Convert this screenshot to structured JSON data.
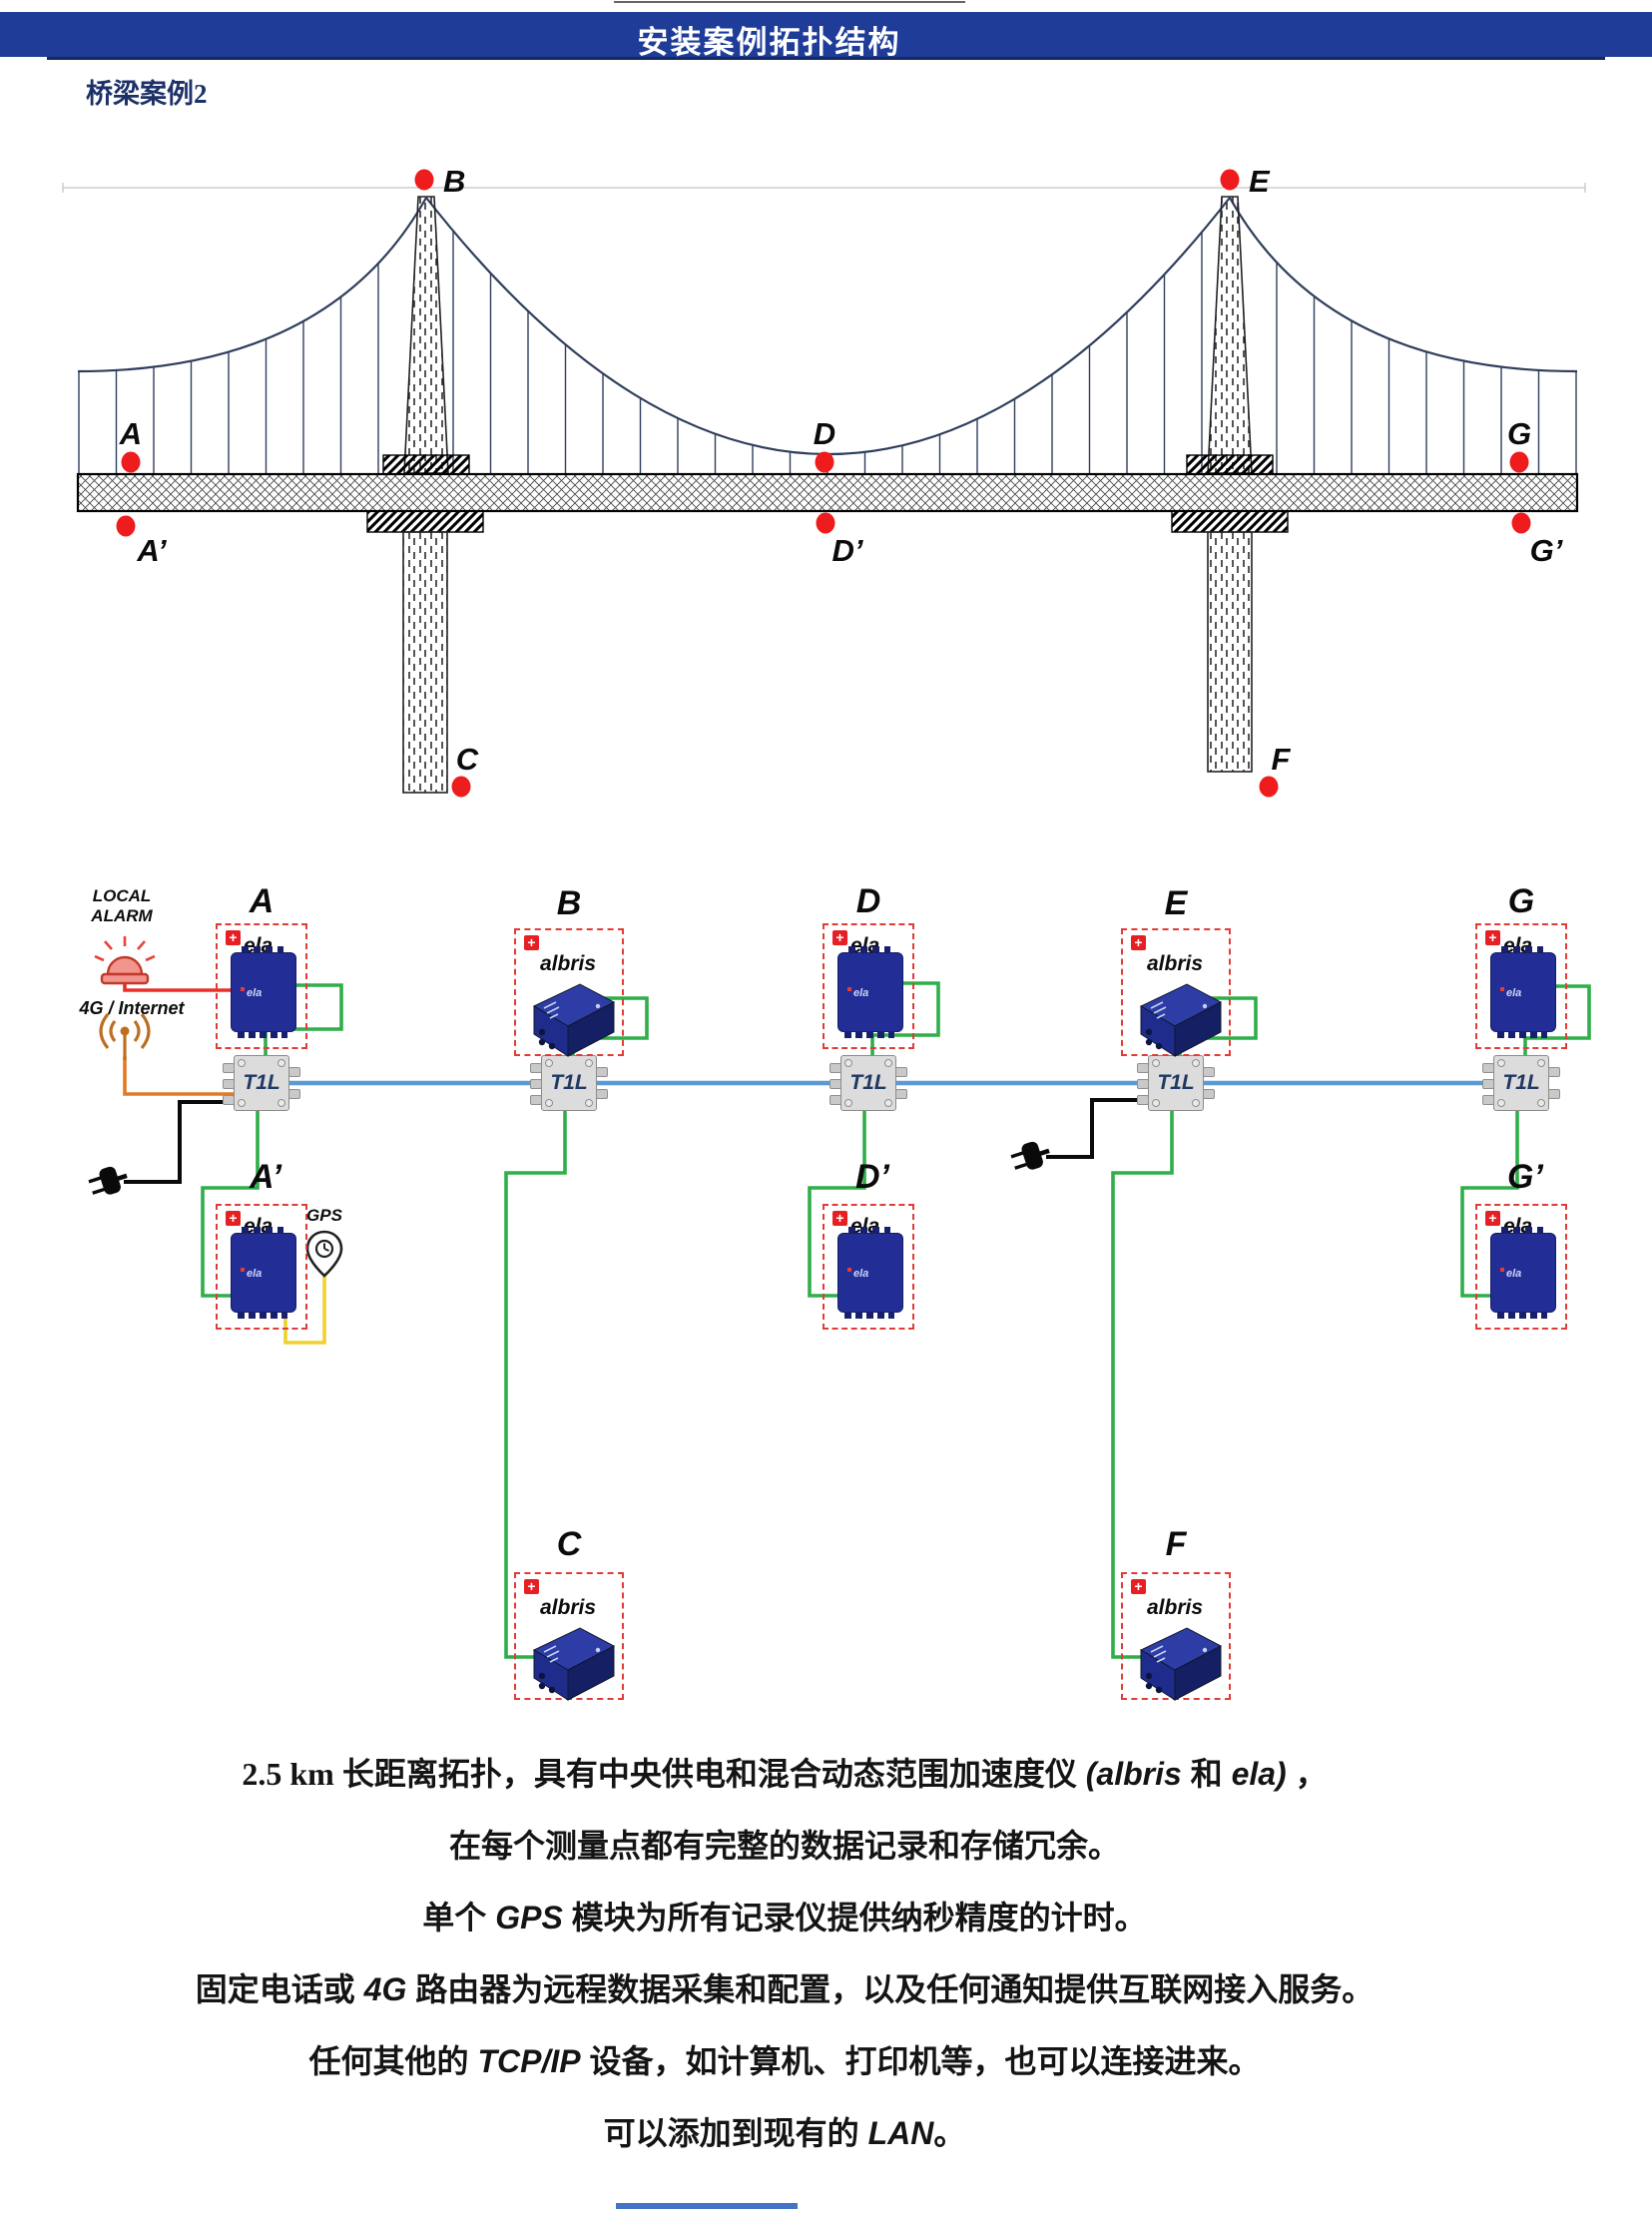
{
  "page": {
    "header_title": "安装案例拓扑结构",
    "subtitle": "桥梁案例2"
  },
  "bridge": {
    "points": [
      {
        "id": "A",
        "label": "A"
      },
      {
        "id": "A-prime",
        "label": "A’"
      },
      {
        "id": "B",
        "label": "B"
      },
      {
        "id": "C",
        "label": "C"
      },
      {
        "id": "D",
        "label": "D"
      },
      {
        "id": "D-prime",
        "label": "D’"
      },
      {
        "id": "E",
        "label": "E"
      },
      {
        "id": "F",
        "label": "F"
      },
      {
        "id": "G",
        "label": "G"
      },
      {
        "id": "G-prime",
        "label": "G’"
      }
    ]
  },
  "topology": {
    "alarm_label_line1": "LOCAL",
    "alarm_label_line2": "ALARM",
    "internet_label": "4G / Internet",
    "gps_label": "GPS",
    "switches": [
      {
        "label": "T1L"
      },
      {
        "label": "T1L"
      },
      {
        "label": "T1L"
      },
      {
        "label": "T1L"
      },
      {
        "label": "T1L"
      }
    ],
    "devices": [
      {
        "id": "A",
        "label": "A",
        "brand": "ela",
        "type": "ela"
      },
      {
        "id": "B",
        "label": "B",
        "brand": "albris",
        "type": "albris"
      },
      {
        "id": "D",
        "label": "D",
        "brand": "ela",
        "type": "ela"
      },
      {
        "id": "E",
        "label": "E",
        "brand": "albris",
        "type": "albris"
      },
      {
        "id": "G",
        "label": "G",
        "brand": "ela",
        "type": "ela"
      },
      {
        "id": "A-prime",
        "label": "A’",
        "brand": "ela",
        "type": "ela"
      },
      {
        "id": "D-prime",
        "label": "D’",
        "brand": "ela",
        "type": "ela"
      },
      {
        "id": "G-prime",
        "label": "G’",
        "brand": "ela",
        "type": "ela"
      },
      {
        "id": "C",
        "label": "C",
        "brand": "albris",
        "type": "albris"
      },
      {
        "id": "F",
        "label": "F",
        "brand": "albris",
        "type": "albris"
      }
    ]
  },
  "captions": {
    "lines": [
      {
        "segs": [
          "2.5 km ",
          "长距离拓扑，具有中央供电和混合动态范围加速度仪 ",
          "(albris ",
          "和 ",
          "ela)",
          " ，"
        ]
      },
      {
        "segs": [
          "在每个测量点都有完整的数据记录和存储冗余。"
        ]
      },
      {
        "segs": [
          "单个 ",
          "GPS",
          " 模块为所有记录仪提供纳秒精度的计时。"
        ]
      },
      {
        "segs": [
          "固定电话或 ",
          "4G",
          " 路由器为远程数据采集和配置，以及任何通知提供互联网接入服务。"
        ]
      },
      {
        "segs": [
          "任何其他的 ",
          "TCP/IP",
          " 设备，如计算机、打印机等，也可以连接进来。"
        ]
      },
      {
        "segs": [
          "可以添加到现有的 ",
          "LAN",
          "。"
        ]
      }
    ]
  },
  "colors": {
    "header_bar": "#1e3c98",
    "dot_red": "#ee1c1c",
    "wire_green": "#2fae4a",
    "backbone_blue": "#5b9bd5",
    "wire_red": "#e8302a",
    "wire_orange": "#e07b28",
    "wire_yellow": "#f0d030",
    "device_blue": "#232d96",
    "logo_red": "#e51f24"
  }
}
